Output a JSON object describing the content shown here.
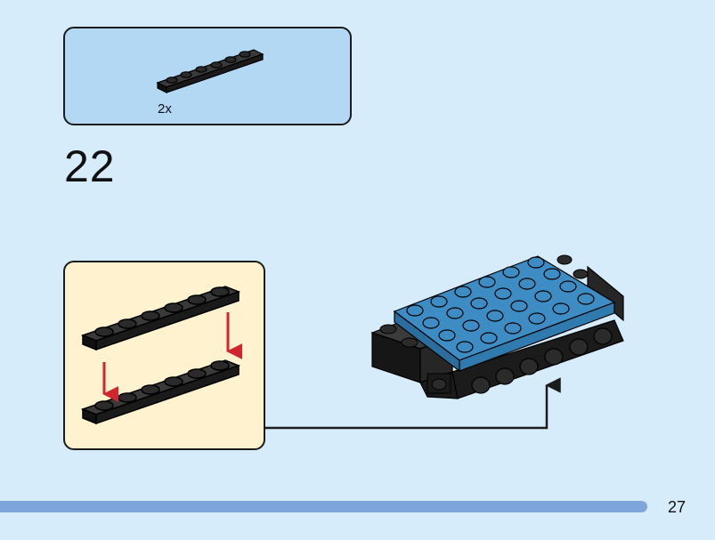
{
  "parts_list": {
    "quantity": "2x",
    "part": "black-plate-1x6-icon"
  },
  "step": {
    "number": "22"
  },
  "callout": {
    "part": "black-plate-1x6-icon",
    "arrow_color": "#d1262f"
  },
  "model": {
    "plate_color": "#3d8cc4",
    "body_color": "#1f1f1f"
  },
  "footer": {
    "page_number": "27"
  },
  "colors": {
    "background": "#d6ecfb",
    "parts_box": "#b3d8f4",
    "callout_box": "#fff3cf",
    "page_bar": "#7fa6da"
  }
}
